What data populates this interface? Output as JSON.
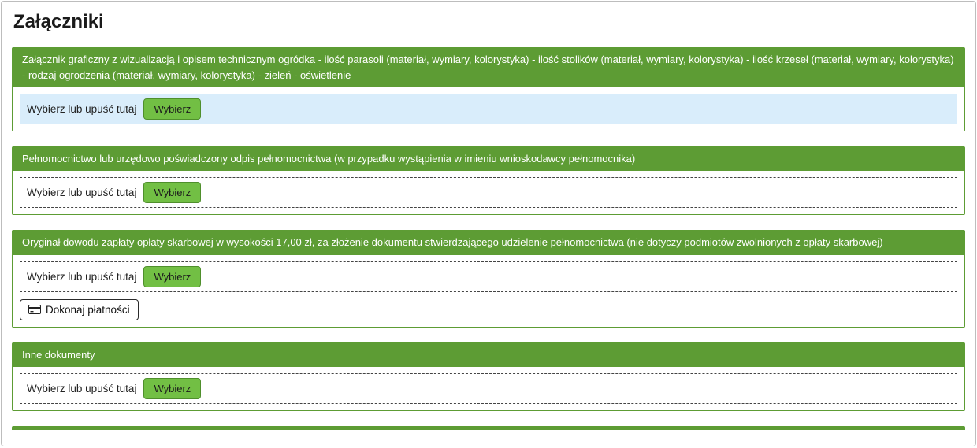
{
  "page": {
    "title": "Załączniki"
  },
  "dropzone": {
    "label": "Wybierz lub upuść tutaj",
    "button_label": "Wybierz"
  },
  "sections": [
    {
      "header": "Załącznik graficzny z wizualizacją i opisem technicznym ogródka - ilość parasoli (materiał, wymiary, kolorystyka) - ilość stolików (materiał, wymiary, kolorystyka) - ilość krzeseł (materiał, wymiary, kolorystyka) - rodzaj ogrodzenia (materiał, wymiary, kolorystyka) - zieleń - oświetlenie",
      "dropzone_highlighted": true
    },
    {
      "header": "Pełnomocnictwo lub urzędowo poświadczony odpis pełnomocnictwa (w przypadku wystąpienia w imieniu wnioskodawcy pełnomocnika)",
      "dropzone_highlighted": false
    },
    {
      "header": "Oryginał dowodu zapłaty opłaty skarbowej w wysokości 17,00 zł, za złożenie dokumentu stwierdzającego udzielenie pełnomocnictwa (nie dotyczy podmiotów zwolnionych z opłaty skarbowej)",
      "dropzone_highlighted": false,
      "payment_button_label": "Dokonaj płatności"
    },
    {
      "header": "Inne dokumenty",
      "dropzone_highlighted": false
    }
  ],
  "colors": {
    "section_header_green": "#5d9c34",
    "choose_button_green": "#72bf44",
    "dropzone_highlight_blue": "#d9edfb"
  }
}
